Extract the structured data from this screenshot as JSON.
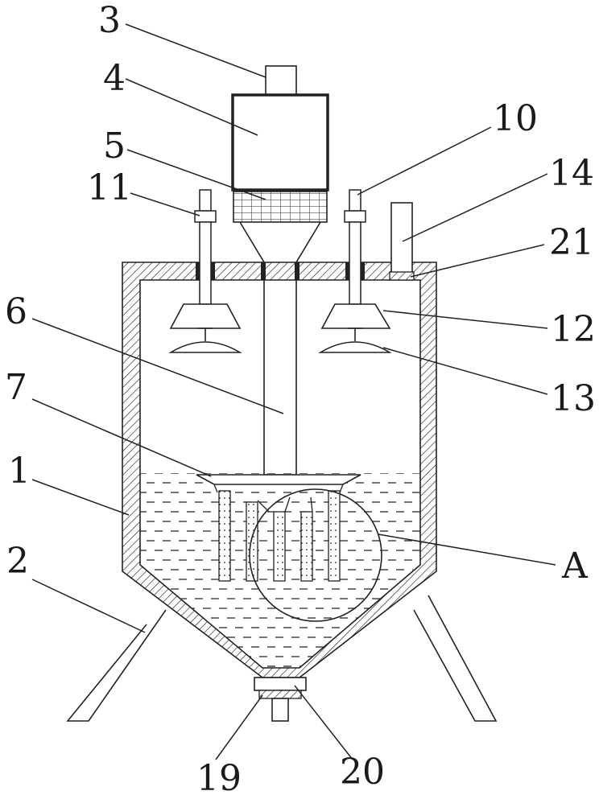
{
  "labels": {
    "l1": "1",
    "l2": "2",
    "l3": "3",
    "l4": "4",
    "l5": "5",
    "l6": "6",
    "l7": "7",
    "l10": "10",
    "l11": "11",
    "l12": "12",
    "l13": "13",
    "l14": "14",
    "l19": "19",
    "l20": "20",
    "l21": "21",
    "lA": "A"
  }
}
